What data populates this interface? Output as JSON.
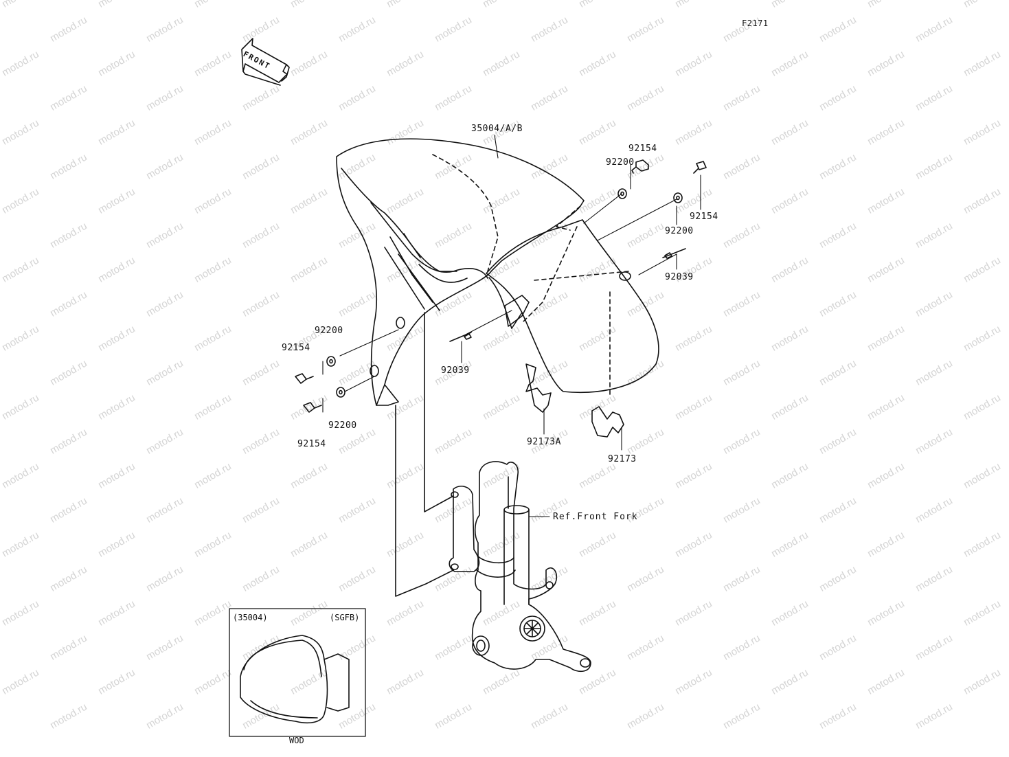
{
  "figure_code": "F2171",
  "front_label": "FRONT",
  "parts": {
    "fender": "35004/A/B",
    "washer_top": "92200",
    "bolt_top": "92154",
    "bolt_right": "92154",
    "washer_right": "92200",
    "clamp_right": "92039",
    "washer_left_top": "92200",
    "bolt_left_top": "92154",
    "clamp_left": "92039",
    "washer_left_bottom": "92200",
    "bolt_left_bottom": "92154",
    "holder_a": "92173A",
    "holder": "92173"
  },
  "reference": "Ref.Front Fork",
  "inset": {
    "part": "(35004)",
    "color_code": "(SGFB)",
    "caption": "WOD"
  },
  "watermark": "motod.ru"
}
